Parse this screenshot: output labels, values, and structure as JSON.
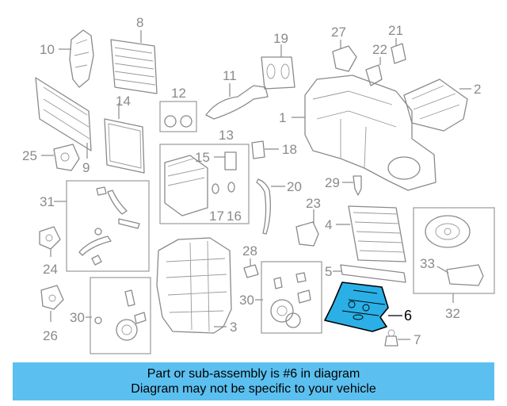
{
  "callouts": {
    "n1": "1",
    "n2": "2",
    "n3": "3",
    "n4": "4",
    "n5": "5",
    "n6": "6",
    "n7": "7",
    "n8": "8",
    "n9": "9",
    "n10": "10",
    "n11": "11",
    "n12": "12",
    "n13": "13",
    "n14": "14",
    "n15": "15",
    "n16": "16",
    "n17": "17",
    "n18": "18",
    "n19": "19",
    "n20": "20",
    "n21": "21",
    "n22": "22",
    "n23": "23",
    "n24": "24",
    "n25": "25",
    "n26": "26",
    "n27": "27",
    "n28": "28",
    "n29": "29",
    "n30a": "30",
    "n30b": "30",
    "n31": "31",
    "n32": "32",
    "n33": "33"
  },
  "highlighted_part": "6",
  "colors": {
    "highlight_fill": "#2ab0e6",
    "banner_bg": "#5bc0f0",
    "line_art": "#8a8a8a"
  },
  "banner": {
    "line1": "Part or sub-assembly is #6 in diagram",
    "line2": "Diagram may not be specific to your vehicle"
  }
}
